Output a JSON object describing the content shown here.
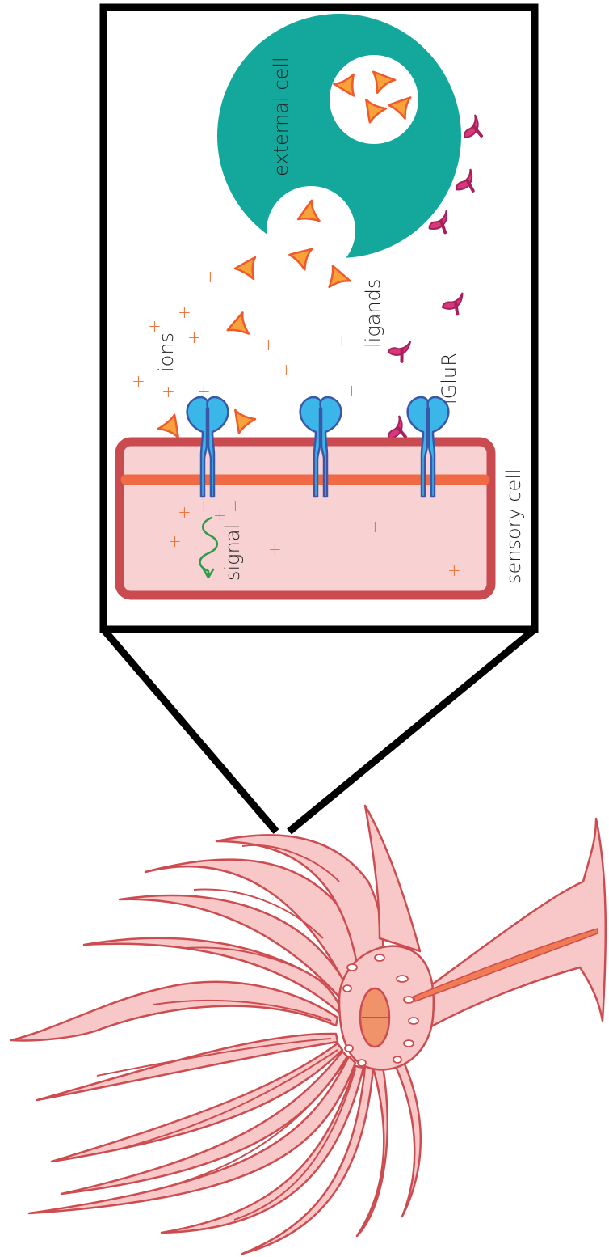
{
  "labels": {
    "external_cell": "external cell",
    "ions": "ions",
    "ligands": "ligands",
    "iglur": "iGluR",
    "signal": "signal",
    "sensory_cell": "sensory cell"
  },
  "colors": {
    "frame": "#000000",
    "external_cell": "#14a89d",
    "vesicle": "#ffffff",
    "ligand_fill": "#f7a23b",
    "ligand_stroke": "#ee5a2b",
    "ion": "#ee6a2b",
    "magenta_ligand": "#d43a7c",
    "magenta_stroke": "#a81f5a",
    "receptor_fill": "#3bb6e8",
    "receptor_stroke": "#3d57a8",
    "sensory_fill": "#f8d2d3",
    "sensory_border": "#c94b4f",
    "membrane_line": "#ef6a45",
    "signal_arrow": "#2e9a4a",
    "anemone_fill": "#f8c8c8",
    "anemone_stroke": "#cd4c50",
    "anemone_accent": "#f07a52"
  },
  "icons": {
    "ligand": "triangle-ligand-icon",
    "magenta_ligand": "crescent-ligand-icon",
    "ion": "plus-ion-icon",
    "receptor": "iglur-receptor-icon",
    "signal": "wavy-arrow-icon"
  }
}
